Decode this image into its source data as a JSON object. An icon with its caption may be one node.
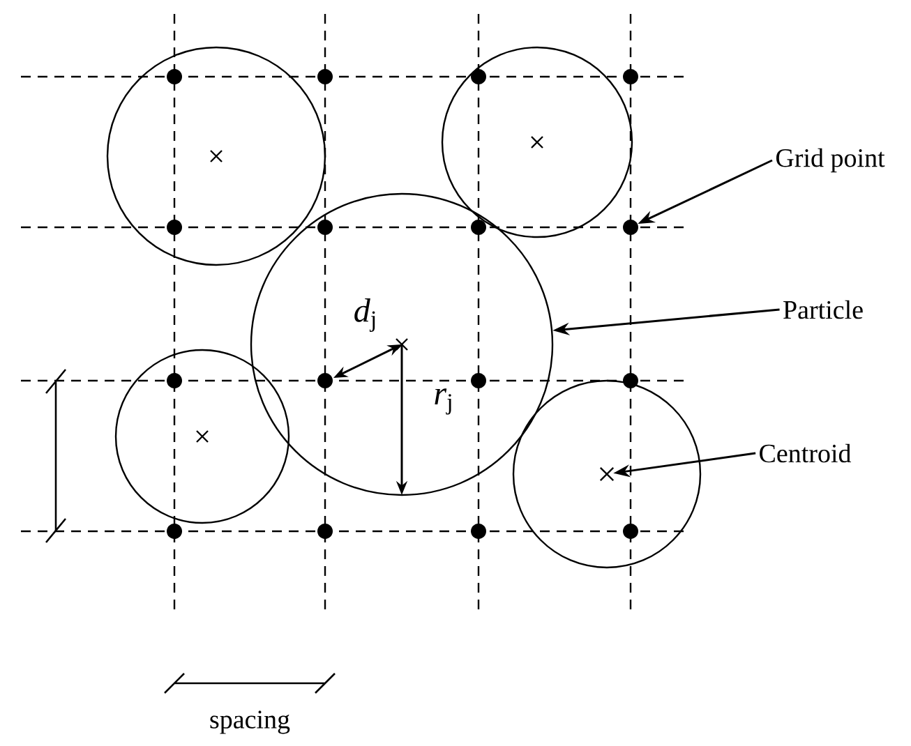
{
  "diagram": {
    "nodes": [
      {
        "text": [
          "Grid point"
        ]
      },
      {
        "text": [
          "Particle"
        ]
      },
      {
        "text": [
          "Centroid"
        ]
      },
      {
        "text": [],
        "shape": "circle"
      },
      {
        "text": [],
        "shape": "cross"
      },
      {
        "text": [],
        "shape": "circle"
      }
    ],
    "edges": [
      {
        "from": 0,
        "to": 5,
        "arrow": "to"
      },
      {
        "from": 1,
        "to": 3,
        "arrow": "to"
      },
      {
        "from": 2,
        "to": 4,
        "arrow": "to"
      }
    ],
    "labels": [
      "*d*$_{j}$",
      "*r*$_{j}$",
      "spacing"
    ]
  }
}
